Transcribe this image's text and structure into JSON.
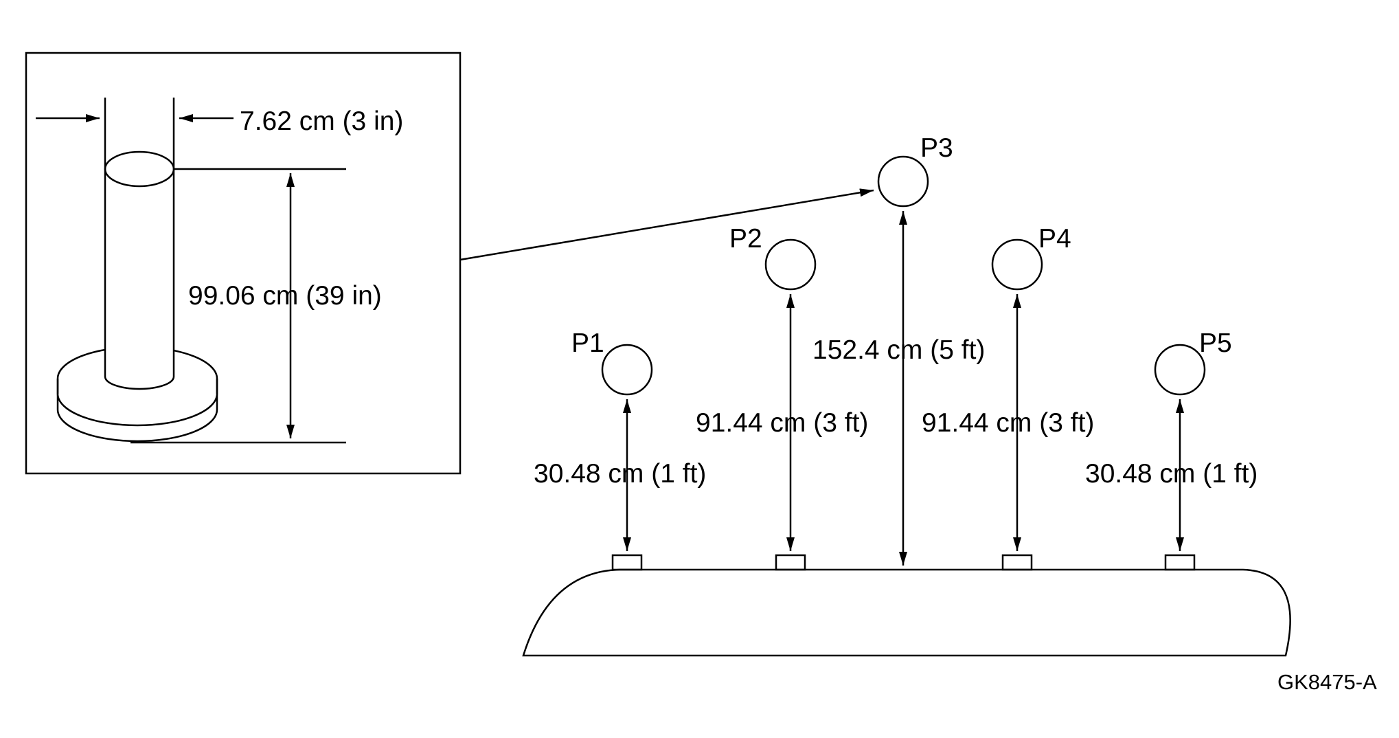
{
  "inset": {
    "diameter_label": "7.62 cm (3 in)",
    "height_label": "99.06 cm (39 in)"
  },
  "positions": [
    {
      "id": "P1",
      "distance_label": "30.48 cm (1 ft)"
    },
    {
      "id": "P2",
      "distance_label": "91.44 cm (3 ft)"
    },
    {
      "id": "P3",
      "distance_label": "152.4 cm (5 ft)"
    },
    {
      "id": "P4",
      "distance_label": "91.44 cm (3 ft)"
    },
    {
      "id": "P5",
      "distance_label": "30.48 cm (1 ft)"
    }
  ],
  "figure_id": "GK8475-A"
}
